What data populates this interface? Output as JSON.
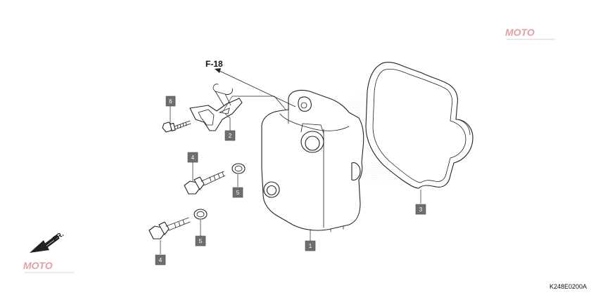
{
  "reference_label": "F-18",
  "front_label": "FR.",
  "diagram_code": "K248E0200A",
  "watermark": "MOTO",
  "callouts": [
    "1",
    "2",
    "3",
    "4",
    "4",
    "5",
    "5",
    "6"
  ]
}
